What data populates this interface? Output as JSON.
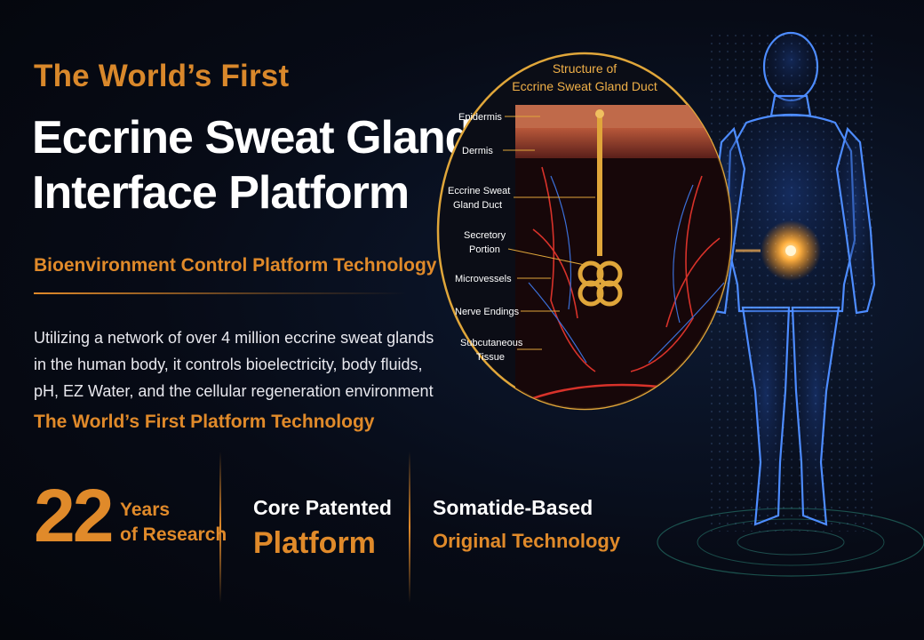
{
  "header": {
    "kicker": "The World’s First",
    "title_line1": "Eccrine Sweat Gland Duct",
    "title_line2": "Interface Platform",
    "subtitle": "Bioenvironment Control Platform Technology"
  },
  "description": {
    "line1": "Utilizing a network of over 4 million eccrine sweat glands",
    "line2": "in the human body, it controls bioelectricity, body fluids,",
    "line3": "pH, EZ Water, and the cellular regeneration environment"
  },
  "tagline": "The World’s First Platform Technology",
  "stats": {
    "research": {
      "number": "22",
      "label_line1": "Years",
      "label_line2": "of Research"
    },
    "patent": {
      "line1": "Core Patented",
      "line2": "Platform"
    },
    "original": {
      "line1": "Somatide-Based",
      "line2": "Original Technology"
    }
  },
  "diagram": {
    "title_line1": "Structure of",
    "title_line2": "Eccrine Sweat Gland Duct",
    "labels": {
      "epidermis": "Epidermis",
      "dermis": "Dermis",
      "duct_line1": "Eccrine Sweat",
      "duct_line2": "Gland Duct",
      "secretory_line1": "Secretory",
      "secretory_line2": "Portion",
      "microvessels": "Microvessels",
      "nerve_endings": "Nerve Endings",
      "subcutaneous_line1": "Subcutaneous",
      "subcutaneous_line2": "Tissue"
    }
  },
  "colors": {
    "accent": "#e08a2a",
    "background": "#070b16",
    "figure_glow": "#3f7bff"
  }
}
